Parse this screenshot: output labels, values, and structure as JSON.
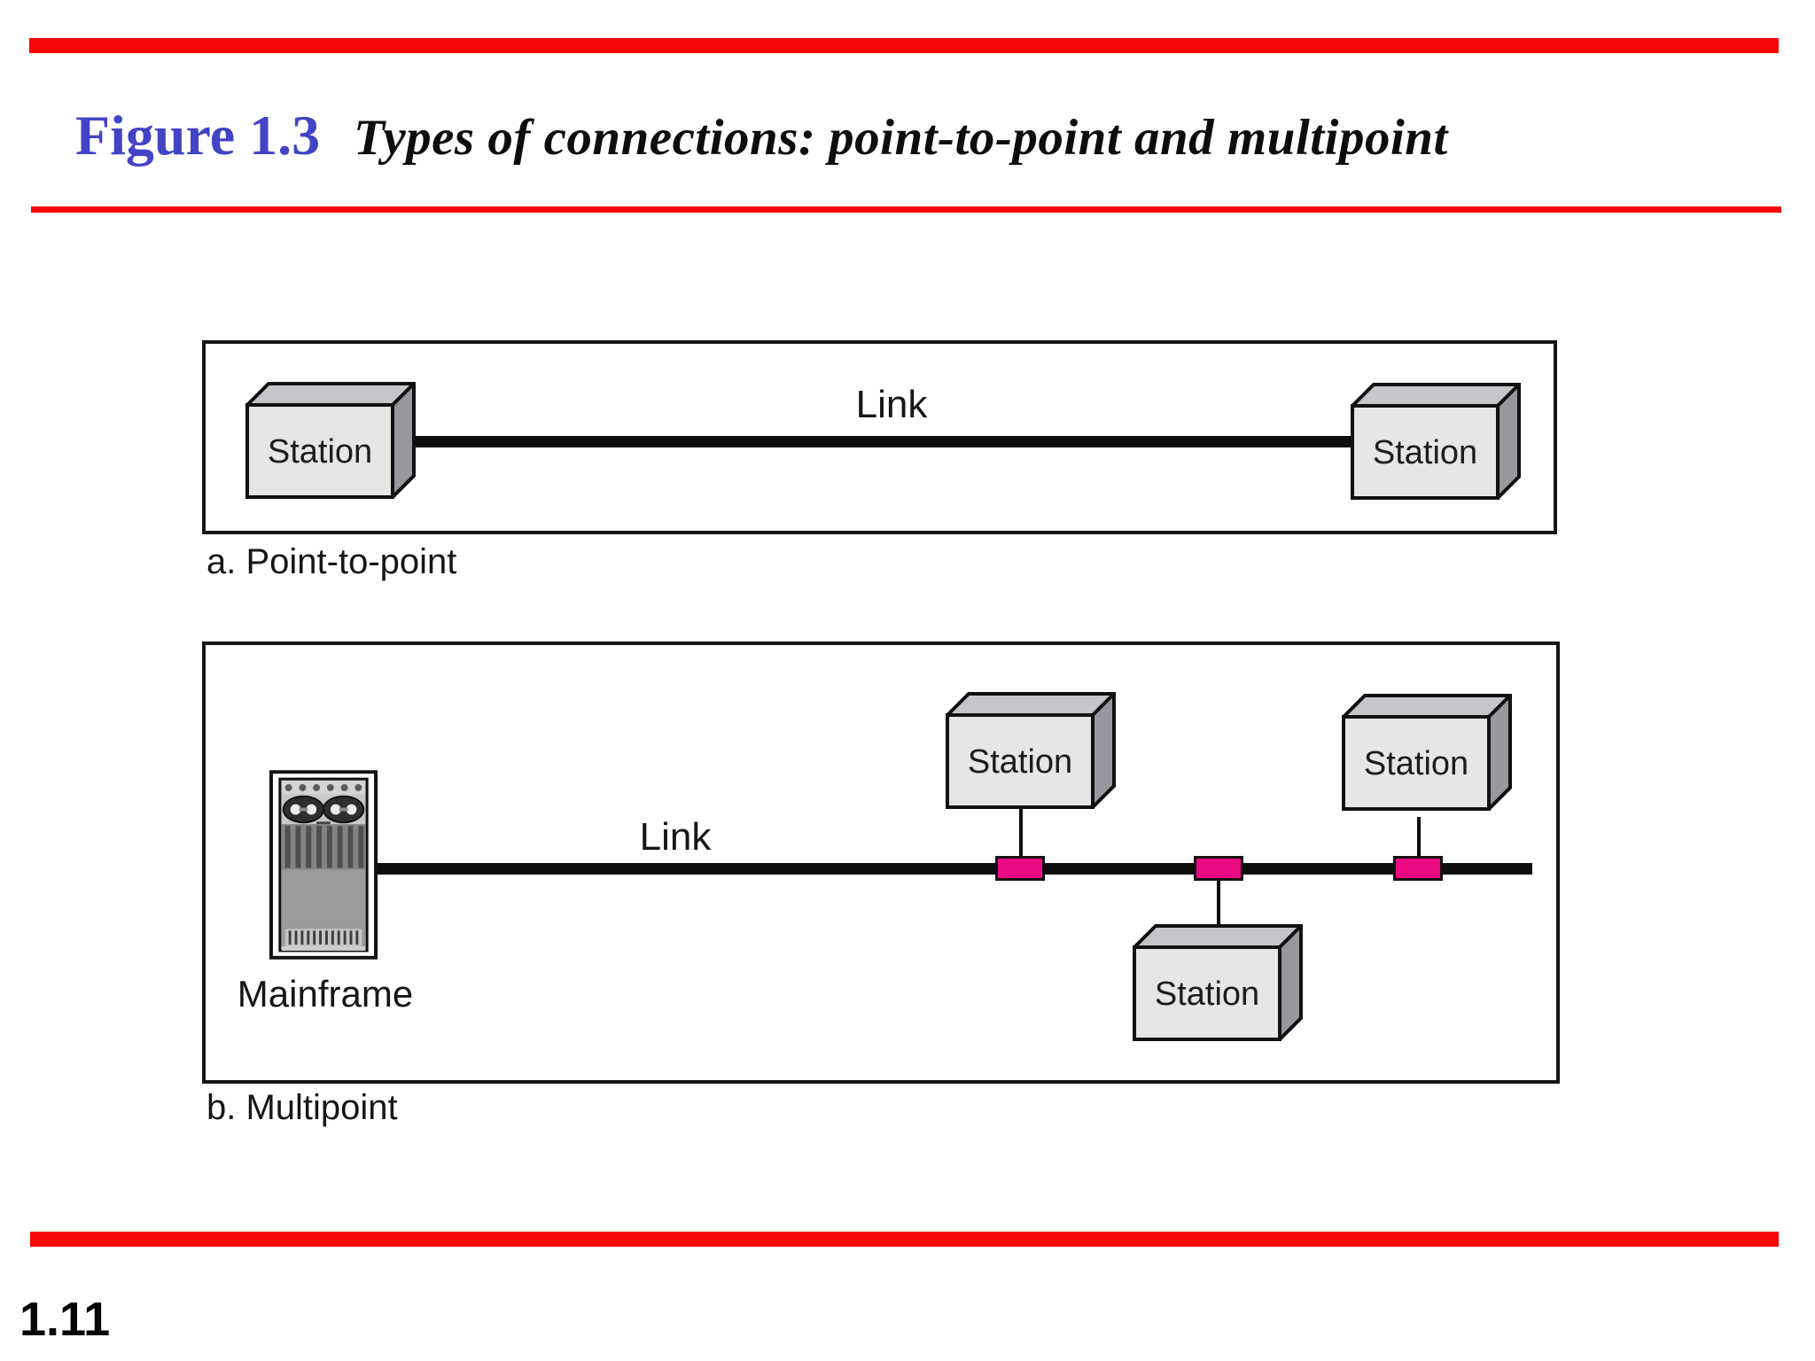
{
  "slide": {
    "figure_label": "Figure 1.3",
    "figure_title": "Types of connections: point-to-point and multipoint",
    "page_number": "1.11"
  },
  "diagram_a": {
    "caption": "a. Point-to-point",
    "link_label": "Link",
    "stations": [
      "Station",
      "Station"
    ]
  },
  "diagram_b": {
    "caption": "b. Multipoint",
    "link_label": "Link",
    "mainframe_label": "Mainframe",
    "stations": [
      "Station",
      "Station",
      "Station"
    ]
  },
  "colors": {
    "accent_red": "#f80506",
    "title_blue": "#4343c5",
    "tap_pink": "#ec0984"
  }
}
